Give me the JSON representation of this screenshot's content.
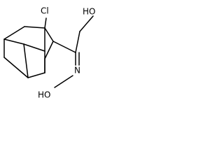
{
  "molecule": {
    "labels": {
      "chlorine": "Cl",
      "hydroxyl": "HO",
      "nitrogen": "N",
      "oxime_hydroxyl": "HO"
    }
  }
}
